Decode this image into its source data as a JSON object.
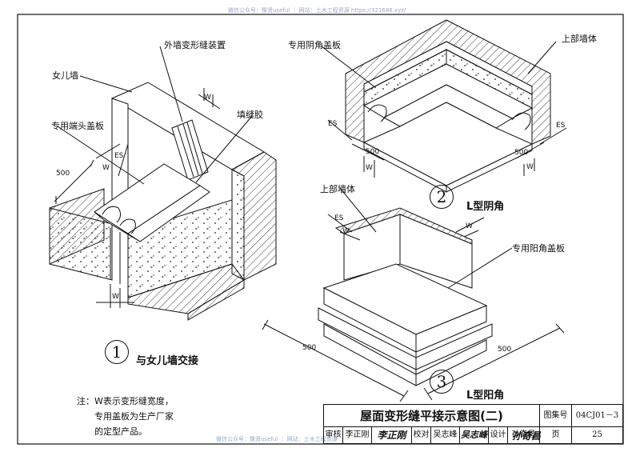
{
  "watermark_top": "微信公众号：豫贤useful ｜ 网站：土木工程资源 https://321686.xyz/",
  "watermark_bottom": "微信公众号：豫贤useful ｜ 网站：土木工程资源",
  "labels": {
    "parapet": "女儿墙",
    "expansion_device": "外墙变形缝装置",
    "filler": "填缝胶",
    "end_cover": "专用端头盖板",
    "inner_corner_cover": "专用阴角盖板",
    "upper_wall_1": "上部墙体",
    "upper_wall_2": "上部墙体",
    "outer_corner_cover": "专用阳角盖板"
  },
  "dims": {
    "d500_a": "500",
    "es_a": "ES",
    "w_a": "W",
    "w_a2": "W",
    "w_a3": "W",
    "es_b1": "ES",
    "d500_b1": "500",
    "w_b1": "W",
    "es_b2": "ES",
    "d500_b2": "500",
    "w_b2": "W",
    "es_c": "ES",
    "w_c1": "W",
    "w_c2": "W",
    "d500_c1": "500",
    "d500_c2": "500"
  },
  "details": [
    {
      "number": "1",
      "caption": "与女儿墙交接"
    },
    {
      "number": "2",
      "caption": "L型阴角"
    },
    {
      "number": "3",
      "caption": "L型阳角"
    }
  ],
  "note": {
    "prefix": "注：",
    "line1": "W表示变形缝宽度，",
    "line2": "专用盖板为生产厂家",
    "line3": "的定型产品。"
  },
  "titleblock": {
    "title": "屋面变形缝平接示意图(二)",
    "atlas_label": "图集号",
    "atlas_value": "04CJ01－3",
    "page_label": "页",
    "page_value": "25",
    "review_label": "审核",
    "review_name": "李正刚",
    "check_label": "校对",
    "check_name": "吴志峰",
    "design_label": "设计",
    "design_name": "孙奇昌"
  },
  "signatures": [
    "李正刚",
    "吴志峰",
    "孙奇昌"
  ]
}
